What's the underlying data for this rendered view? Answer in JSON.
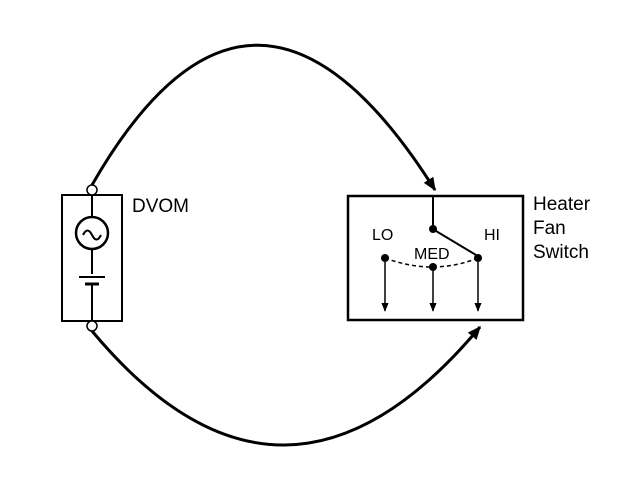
{
  "dvom": {
    "label": "DVOM"
  },
  "heater_fan_switch": {
    "label_lines": [
      "Heater",
      "Fan",
      "Switch"
    ],
    "positions": {
      "lo": "LO",
      "med": "MED",
      "hi": "HI"
    }
  },
  "colors": {
    "line": "#000000",
    "background": "#ffffff"
  }
}
